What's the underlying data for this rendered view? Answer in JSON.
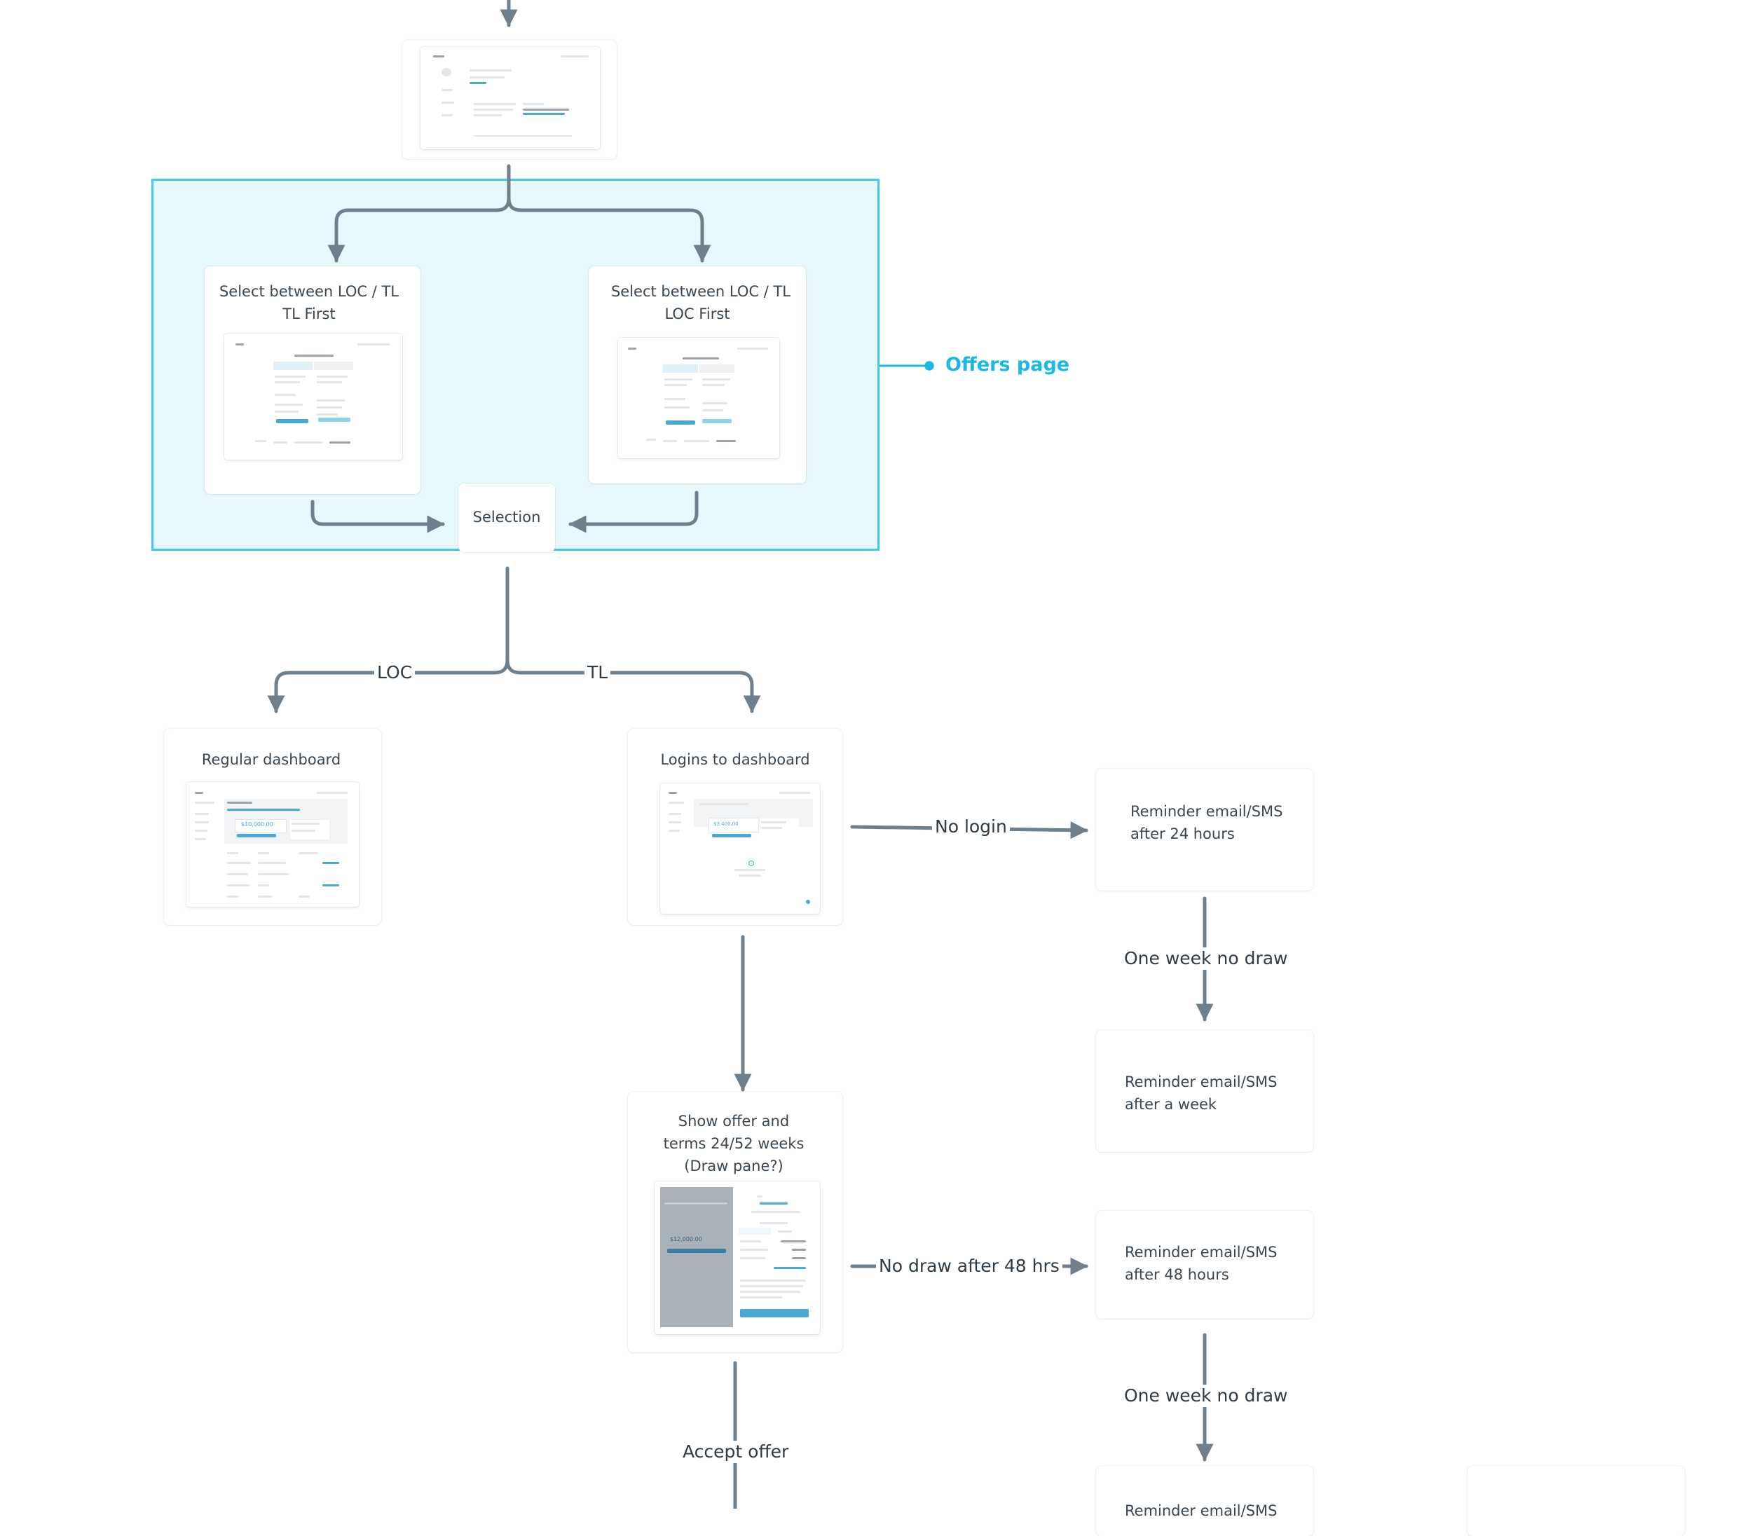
{
  "colors": {
    "arrow": "#6f7f8c",
    "group_fill": "#e6f8fc",
    "group_border": "#3ec9ee",
    "callout": "#1bb8e6",
    "accent": "#4aa8d2"
  },
  "group": {
    "callout_label": "Offers page"
  },
  "nodes": {
    "select_tl_first": {
      "line1": "Select between LOC / TL",
      "line2": "TL First"
    },
    "select_loc_first": {
      "line1": "Select between LOC / TL",
      "line2": "LOC First"
    },
    "selection": {
      "label": "Selection"
    },
    "regular_dashboard": {
      "label": "Regular dashboard"
    },
    "logins_dashboard": {
      "label": "Logins to dashboard"
    },
    "show_offer": {
      "line1": "Show offer and",
      "line2": "terms 24/52 weeks",
      "line3": "(Draw pane?)"
    },
    "reminder_24h": {
      "line1": "Reminder email/SMS",
      "line2": "after 24 hours"
    },
    "reminder_week": {
      "line1": "Reminder email/SMS",
      "line2": "after a week"
    },
    "reminder_48h": {
      "line1": "Reminder email/SMS",
      "line2": "after 48 hours"
    },
    "reminder_partial": {
      "line1": "Reminder email/SMS"
    }
  },
  "edges": {
    "loc": "LOC",
    "tl": "TL",
    "no_login": "No login",
    "one_week_no_draw_1": "One week no draw",
    "no_draw_48": "No draw after 48 hrs",
    "one_week_no_draw_2": "One week no draw",
    "accept_offer": "Accept offer"
  },
  "thumbs": {
    "loan_amount_1": "$10,000.00",
    "loan_amount_2": "$3,400.00",
    "loan_amount_3": "$12,000.00"
  }
}
